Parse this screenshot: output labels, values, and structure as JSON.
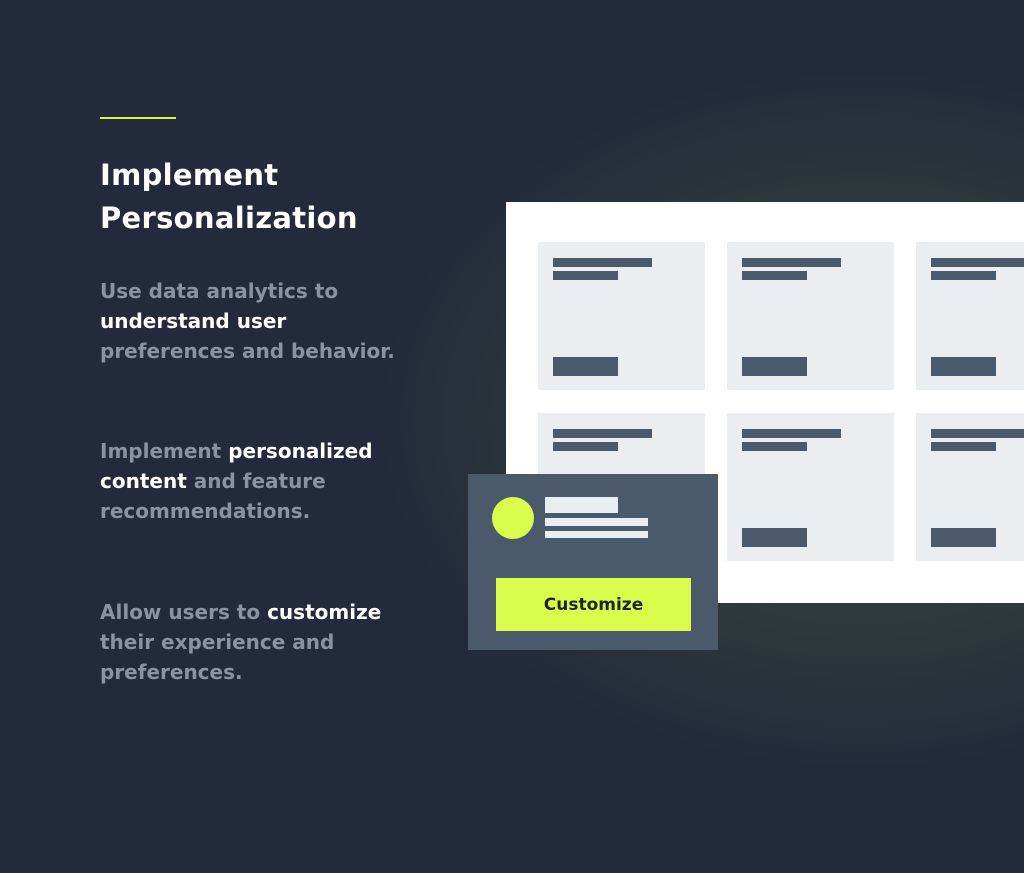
{
  "heading": {
    "title": "Implement Personalization"
  },
  "points": [
    {
      "pre": "Use data analytics to ",
      "highlight": "understand user",
      "post": " preferences and behavior."
    },
    {
      "pre": "Implement ",
      "highlight": "personalized content",
      "post": " and feature recommendations."
    },
    {
      "pre": "Allow users to ",
      "highlight": "customize",
      "post": " their experience and preferences."
    }
  ],
  "popup": {
    "button_label": "Customize"
  },
  "colors": {
    "background": "#222a3b",
    "accent": "#dafc4a",
    "muted_text": "#8a93a3",
    "slate": "#4b5a6a",
    "card": "#ebeef1"
  }
}
